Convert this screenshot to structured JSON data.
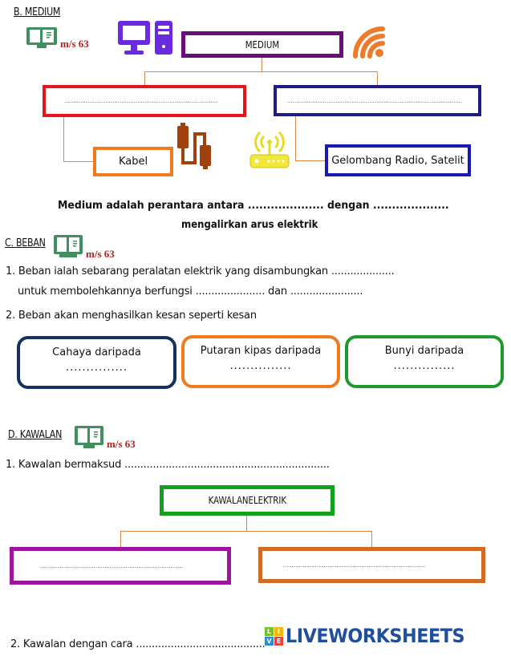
{
  "section_b": {
    "heading": "B. MEDIUM",
    "page_ref": "m/s 63",
    "root_box": "MEDIUM",
    "left_blank": "......................................................................................",
    "right_blank": "..................................................................................................",
    "left_leaf": "Kabel",
    "right_leaf": "Gelombang Radio, Satelit",
    "sentence_line1": "Medium adalah perantara antara .................... dengan ....................",
    "sentence_line2": "mengalirkan arus elektrik",
    "colors": {
      "root": "#6a0d7a",
      "left": "#e8141a",
      "right": "#1c1c86",
      "left_leaf": "#f07a1c",
      "right_leaf": "#1a1ab0",
      "connector": "#d8894a"
    }
  },
  "section_c": {
    "heading": "C. BEBAN",
    "page_ref": "m/s 63",
    "q1_line1": "1. Beban ialah sebarang peralatan elektrik yang disambungkan ....................",
    "q1_line2": "untuk membolehkannya berfungsi ...................... dan .......................",
    "q2": "2. Beban akan menghasilkan kesan seperti kesan",
    "cards": [
      {
        "label": "Cahaya daripada",
        "blank": "...............",
        "color": "#14305e"
      },
      {
        "label": "Putaran kipas daripada",
        "blank": "...............",
        "color": "#f07a1c"
      },
      {
        "label": "Bunyi daripada",
        "blank": "...............",
        "color": "#1f9a2a"
      }
    ]
  },
  "section_d": {
    "heading": "D. KAWALAN",
    "page_ref": "m/s 63",
    "q1": "1. Kawalan bermaksud .................................................................",
    "root_box": "KAWALANELEKTRIK",
    "left_blank": "................................................................................",
    "right_blank": "................................................................................",
    "q2": "2. Kawalan dengan cara ................................................................................................................",
    "colors": {
      "root": "#13a01a",
      "left": "#9b169b",
      "right": "#d06a24"
    }
  },
  "watermark": {
    "text": "LIVEWORKSHEETS",
    "tiles": [
      "L",
      "I",
      "V",
      "E"
    ]
  }
}
